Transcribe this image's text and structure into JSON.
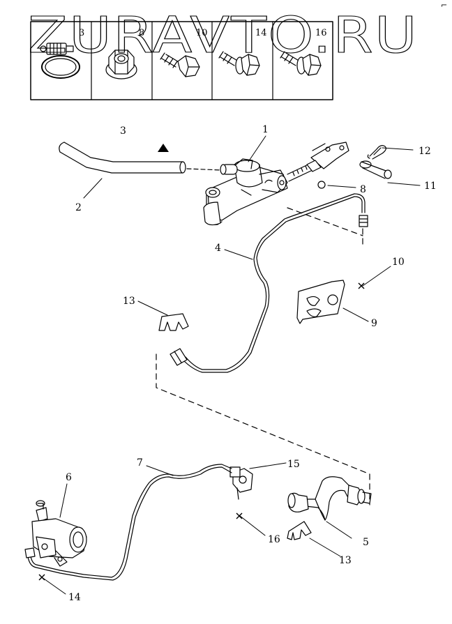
{
  "watermark": "ZURAVTO.RU",
  "corner_mark": "⌐",
  "legend": [
    {
      "label": "3",
      "icon": "hose-clamp-icon"
    },
    {
      "label": "8",
      "icon": "flange-nut-icon"
    },
    {
      "label": "10",
      "icon": "bolt-icon"
    },
    {
      "label": "14",
      "icon": "flange-bolt-icon"
    },
    {
      "label": "16",
      "icon": "flange-bolt-icon"
    }
  ],
  "callouts": {
    "c1": "1",
    "c2": "2",
    "c3": "3",
    "c4": "4",
    "c5": "5",
    "c6": "6",
    "c7": "7",
    "c8": "8",
    "c9": "9",
    "c10": "10",
    "c11": "11",
    "c12": "12",
    "c13a": "13",
    "c13b": "13",
    "c14": "14",
    "c15": "15",
    "c16": "16"
  }
}
